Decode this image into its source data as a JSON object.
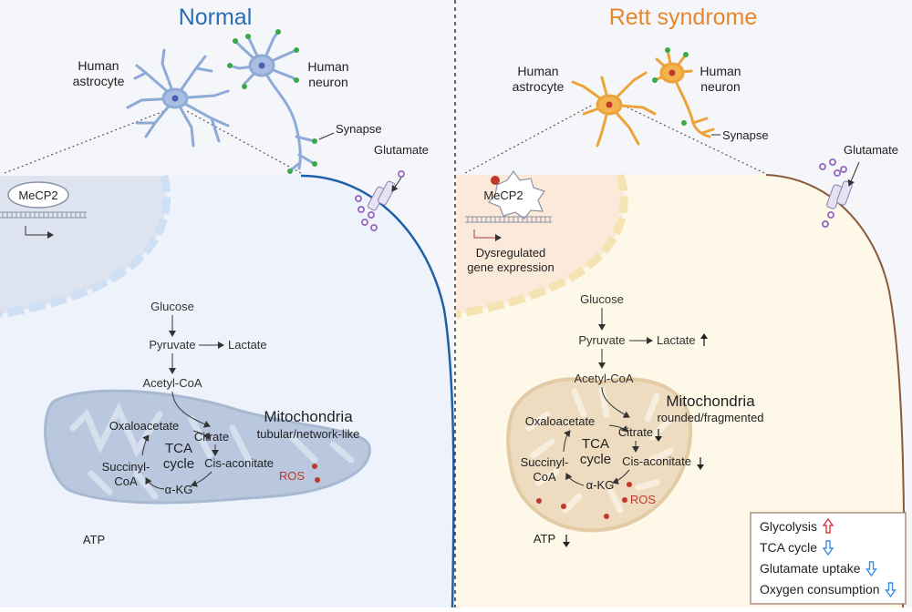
{
  "panels": {
    "normal": {
      "title": "Normal",
      "astrocyte_label": [
        "Human",
        "astrocyte"
      ],
      "neuron_label": [
        "Human",
        "neuron"
      ],
      "synapse_label": "Synapse",
      "glutamate_label": "Glutamate",
      "mecp2_label": "MeCP2",
      "pathway": {
        "glucose": "Glucose",
        "pyruvate": "Pyruvate",
        "lactate": "Lactate",
        "acetyl_coa": "Acetyl-CoA",
        "oxaloacetate": "Oxaloacetate",
        "citrate": "Citrate",
        "cis_aconitate": "Cis-aconitate",
        "alpha_kg": "α-KG",
        "succinyl_coa": [
          "Succinyl-",
          "CoA"
        ],
        "tca_cycle": [
          "TCA",
          "cycle"
        ],
        "ros": "ROS",
        "atp": "ATP"
      },
      "mitochondria_label": "Mitochondria",
      "mitochondria_state": "tubular/network-like"
    },
    "rett": {
      "title": "Rett syndrome",
      "astrocyte_label": [
        "Human",
        "astrocyte"
      ],
      "neuron_label": [
        "Human",
        "neuron"
      ],
      "synapse_label": "Synapse",
      "glutamate_label": "Glutamate",
      "mecp2_label": "MeCP2",
      "gene_expression_label": [
        "Dysregulated",
        "gene expression"
      ],
      "pathway": {
        "glucose": "Glucose",
        "pyruvate": "Pyruvate",
        "lactate": "Lactate",
        "acetyl_coa": "Acetyl-CoA",
        "oxaloacetate": "Oxaloacetate",
        "citrate": "Citrate",
        "cis_aconitate": "Cis-aconitate",
        "alpha_kg": "α-KG",
        "succinyl_coa": [
          "Succinyl-",
          "CoA"
        ],
        "tca_cycle": [
          "TCA",
          "cycle"
        ],
        "ros": "ROS",
        "atp": "ATP"
      },
      "mitochondria_label": "Mitochondria",
      "mitochondria_state": "rounded/fragmented"
    }
  },
  "summary": [
    {
      "label": "Glycolysis",
      "direction": "up"
    },
    {
      "label": "TCA cycle",
      "direction": "down"
    },
    {
      "label": "Glutamate uptake",
      "direction": "down"
    },
    {
      "label": "Oxygen consumption",
      "direction": "down"
    }
  ],
  "colors": {
    "normal_title": "#2a6db5",
    "rett_title": "#e8862a",
    "normal_cell": "#eef3fb",
    "rett_cell": "#fdf8e8",
    "normal_membrane": "#1e5fa8",
    "rett_membrane": "#8a5a3a",
    "normal_mito": "#b9c8de",
    "rett_mito": "#eedcc0",
    "ros_dot": "#c0392b",
    "synapse_dot": "#3aa84a",
    "glutamate_dot": "#9b6fc4",
    "arrow_up": "#d9393f",
    "arrow_down": "#3b8fe0"
  }
}
